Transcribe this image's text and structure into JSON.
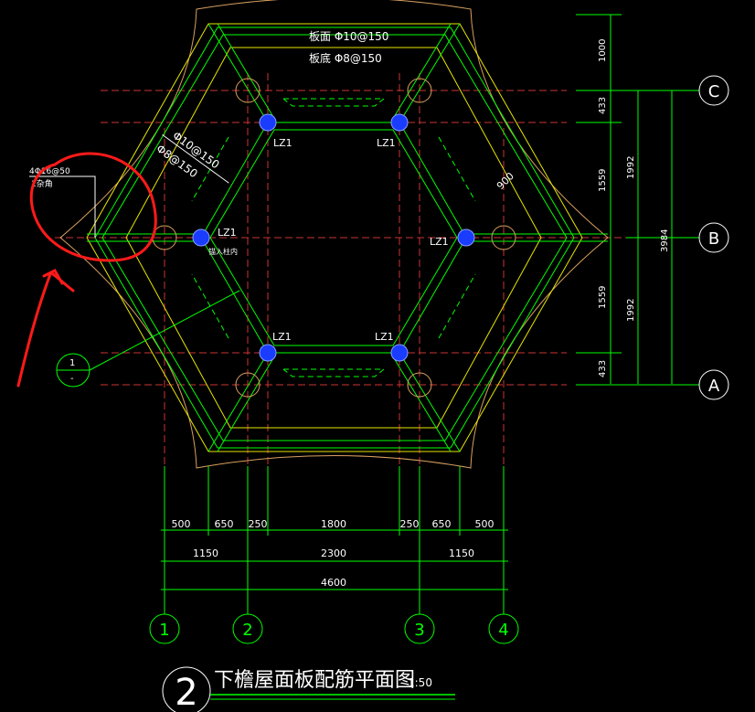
{
  "drawing": {
    "title": "下檐屋面板配筋平面图",
    "scale": "1:50",
    "title_number": "2",
    "slab_top_rebar": "板面 Φ10@150",
    "slab_bottom_rebar": "板底 Φ8@150",
    "diag_rebar_1": "Φ10@150",
    "diag_rebar_2": "Φ8@150",
    "dim_900": "900",
    "column_label": "LZ1",
    "edge_rebar": "4Φ16@50",
    "edge_rebar_note": "1杂角",
    "anchor_note": "锚入柱内",
    "section_top": "1",
    "section_bottom": "-"
  },
  "axes": {
    "letters": [
      "C",
      "B",
      "A"
    ],
    "numbers": [
      "1",
      "2",
      "3",
      "4"
    ]
  },
  "dims_right": {
    "outer": [
      "1000",
      "433",
      "1559",
      "1559",
      "433"
    ],
    "mid": [
      "1992",
      "1992"
    ],
    "total": "3984"
  },
  "dims_bottom": {
    "row1": [
      "500",
      "650",
      "250",
      "1800",
      "250",
      "650",
      "500"
    ],
    "row2": [
      "1150",
      "2300",
      "1150"
    ],
    "total": "4600"
  },
  "colors": {
    "green": "#00ff00",
    "yellow": "#e6e600",
    "white": "#ffffff",
    "axis_red": "#cc3333",
    "column_blue": "#1a3cff",
    "orange": "#d8a060",
    "markup_red": "#ff1a1a"
  }
}
